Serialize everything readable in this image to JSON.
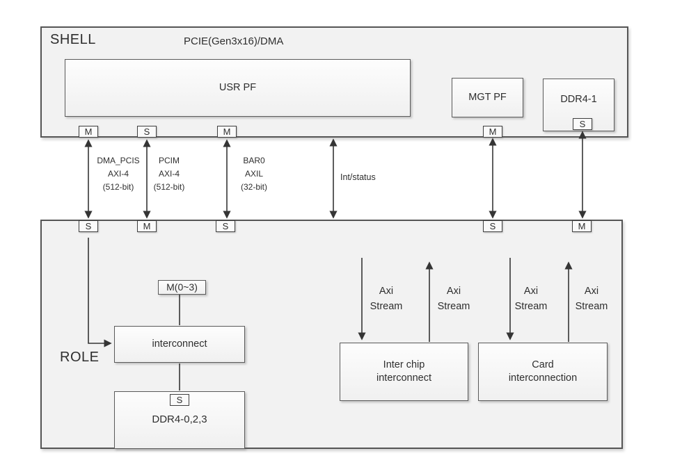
{
  "shell": {
    "label": "SHELL",
    "bus_label": "PCIE(Gen3x16)/DMA",
    "usr_pf": "USR PF",
    "mgt_pf": "MGT PF",
    "ddr4_1": "DDR4-1",
    "port_m1": "M",
    "port_s1": "S",
    "port_m2": "M",
    "port_m3": "M",
    "port_ddr_s": "S"
  },
  "links": {
    "dma_pcis": {
      "l1": "DMA_PCIS",
      "l2": "AXI-4",
      "l3": "(512-bit)"
    },
    "pcim": {
      "l1": "PCIM",
      "l2": "AXI-4",
      "l3": "(512-bit)"
    },
    "bar0": {
      "l1": "BAR0",
      "l2": "AXIL",
      "l3": "(32-bit)"
    },
    "int_status": "Int/status"
  },
  "role": {
    "label": "ROLE",
    "port_s1": "S",
    "port_m1": "M",
    "port_s2": "S",
    "port_s3": "S",
    "port_m2": "M",
    "m_group": "M(0~3)",
    "interconnect": "interconnect",
    "ddr4_s": "S",
    "ddr4_023": "DDR4-0,2,3",
    "inter_chip": {
      "l1": "Inter chip",
      "l2": "interconnect"
    },
    "card": {
      "l1": "Card",
      "l2": "interconnection"
    },
    "axi_stream": {
      "l1": "Axi",
      "l2": "Stream"
    }
  }
}
